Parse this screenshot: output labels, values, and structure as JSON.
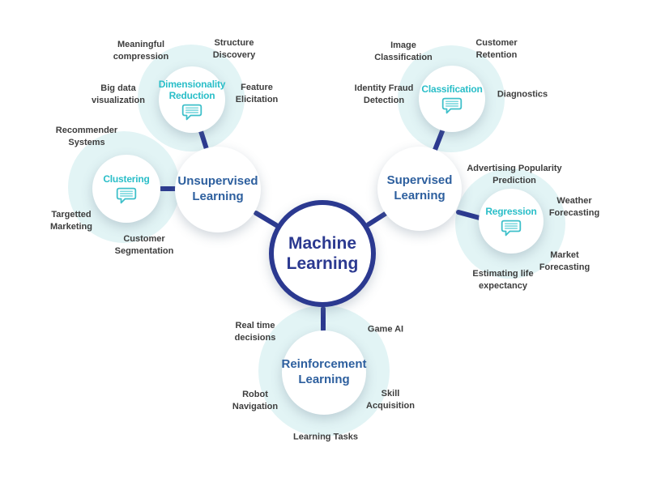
{
  "colors": {
    "navy": "#2b3990",
    "branch_blue": "#2d5f9e",
    "teal": "#2abec8",
    "halo_cyan": "#e2f4f5",
    "label_gray": "#3d3d3d",
    "node_white": "#ffffff"
  },
  "center": {
    "label": "Machine\nLearning"
  },
  "branches": {
    "unsupervised": "Unsupervised\nLearning",
    "supervised": "Supervised\nLearning",
    "reinforcement": "Reinforcement\nLearning"
  },
  "techniques": {
    "dimensionality_reduction": "Dimensionality\nReduction",
    "clustering": "Clustering",
    "classification": "Classification",
    "regression": "Regression"
  },
  "applications": {
    "meaningful_compression": "Meaningful\ncompression",
    "structure_discovery": "Structure\nDiscovery",
    "big_data_visualization": "Big data\nvisualization",
    "feature_elicitation": "Feature\nElicitation",
    "recommender_systems": "Recommender\nSystems",
    "targetted_marketing": "Targetted\nMarketing",
    "customer_segmentation": "Customer\nSegmentation",
    "image_classification": "Image\nClassification",
    "customer_retention": "Customer\nRetention",
    "identity_fraud_detection": "Identity Fraud\nDetection",
    "diagnostics": "Diagnostics",
    "advertising_popularity_prediction": "Advertising Popularity\nPrediction",
    "weather_forecasting": "Weather\nForecasting",
    "market_forecasting": "Market\nForecasting",
    "estimating_life_expectancy": "Estimating life\nexpectancy",
    "real_time_decisions": "Real time\ndecisions",
    "game_ai": "Game AI",
    "robot_navigation": "Robot\nNavigation",
    "skill_acquisition": "Skill\nAcquisition",
    "learning_tasks": "Learning Tasks"
  }
}
